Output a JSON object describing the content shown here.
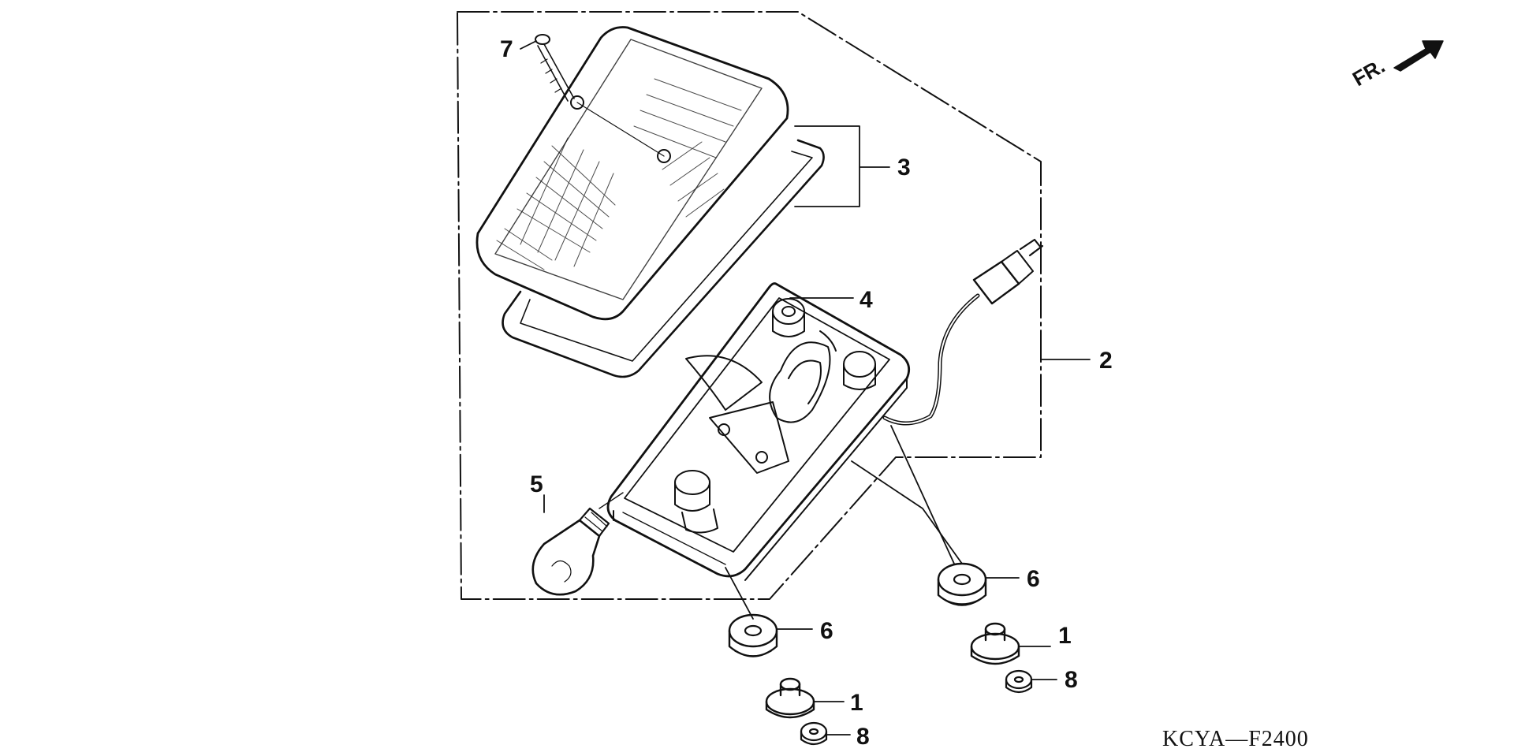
{
  "diagram": {
    "drawing_code": "KCYA—F2400",
    "front_indicator": "FR.",
    "callouts": [
      "7",
      "3",
      "4",
      "2",
      "5",
      "6",
      "6",
      "1",
      "1",
      "8",
      "8"
    ]
  },
  "colors": {
    "ink": "#111111",
    "paper": "#ffffff"
  }
}
